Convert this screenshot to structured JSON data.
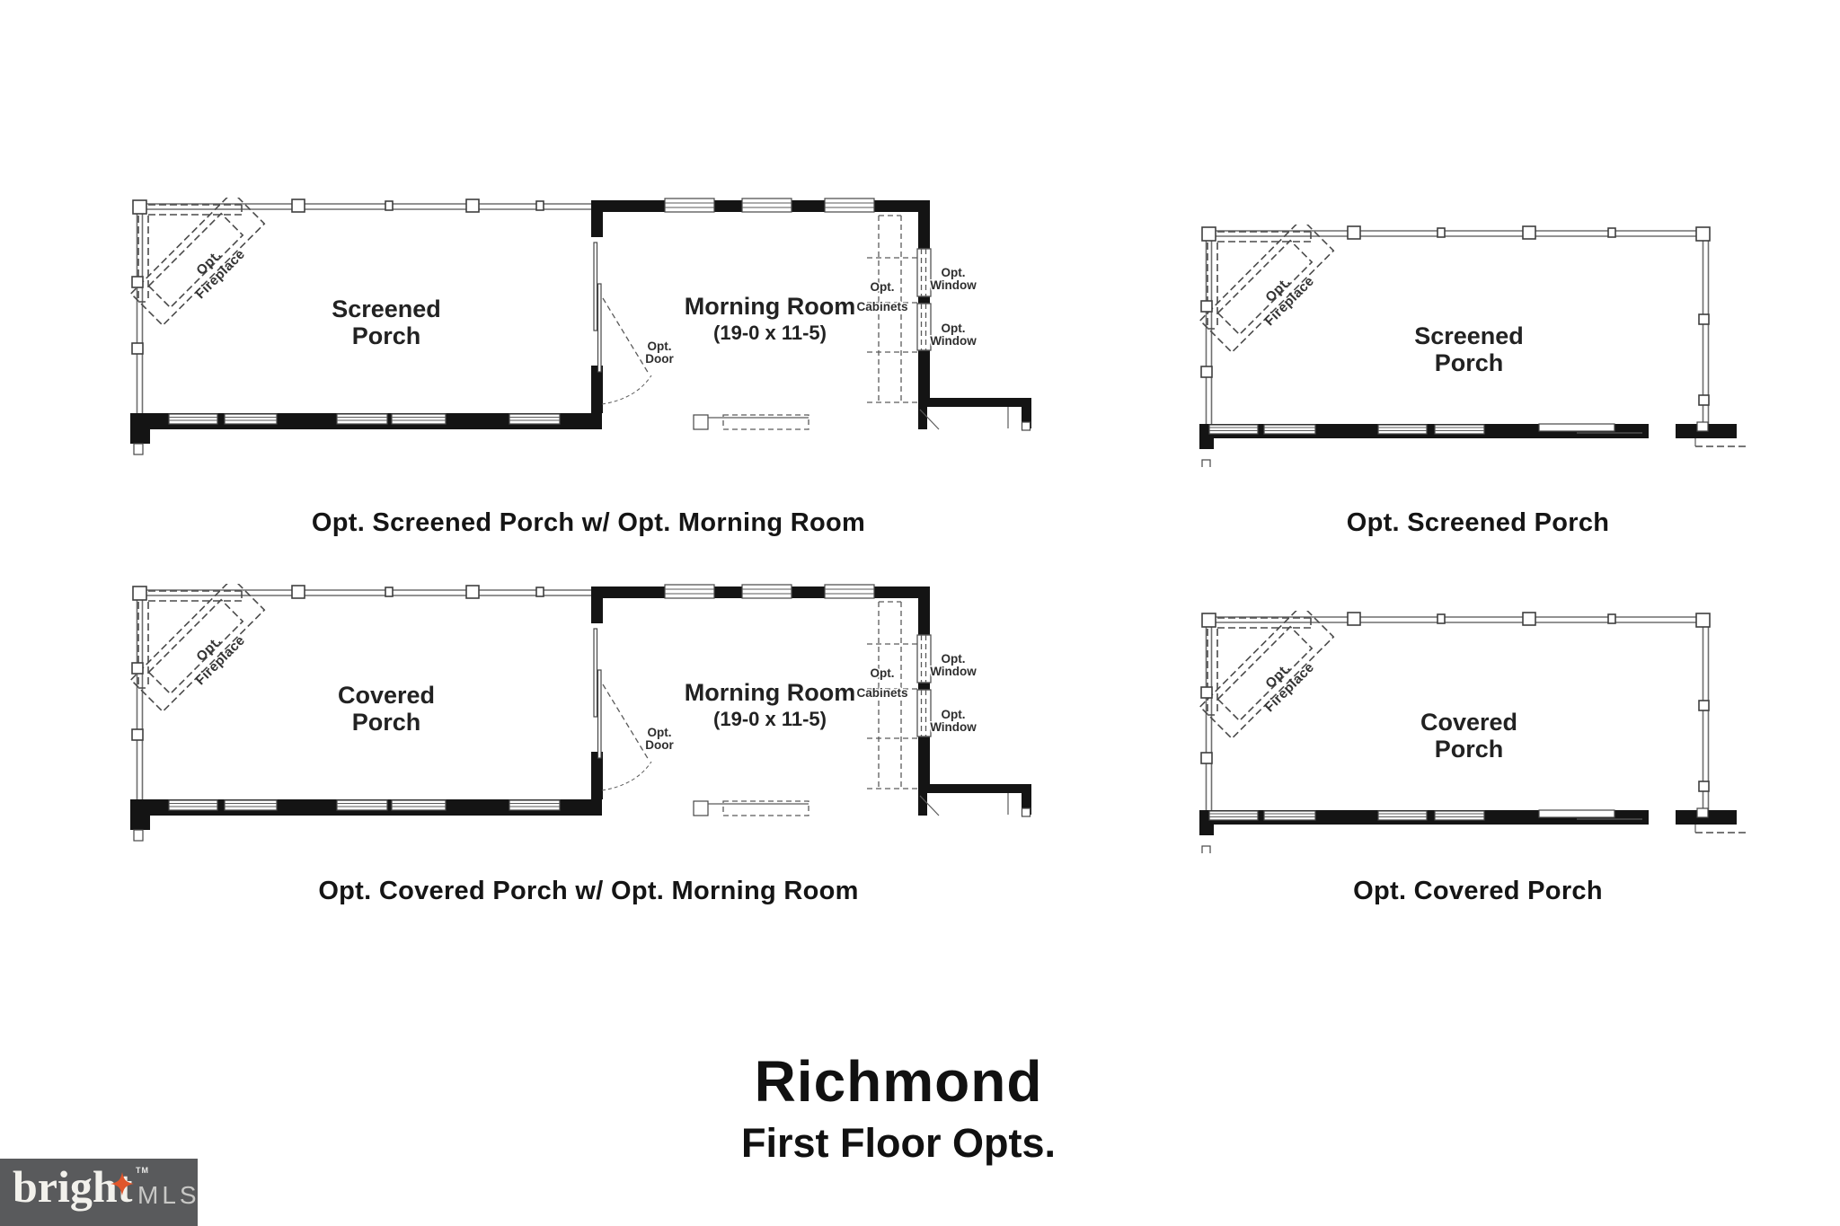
{
  "title": {
    "name": "Richmond",
    "subtitle": "First Floor Opts."
  },
  "labels": {
    "opt": "Opt.",
    "fireplace": "Fireplace",
    "door": "Door",
    "cabinets": "Cabinets",
    "window": "Window",
    "morning_room": "Morning Room",
    "morning_dims": "(19-0 x 11-5)"
  },
  "plans": {
    "screened_morning": {
      "porch_line1": "Screened",
      "porch_line2": "Porch",
      "caption": "Opt. Screened Porch w/ Opt. Morning Room"
    },
    "screened": {
      "porch_line1": "Screened",
      "porch_line2": "Porch",
      "caption": "Opt. Screened Porch"
    },
    "covered_morning": {
      "porch_line1": "Covered",
      "porch_line2": "Porch",
      "caption": "Opt. Covered Porch w/ Opt. Morning Room"
    },
    "covered": {
      "porch_line1": "Covered",
      "porch_line2": "Porch",
      "caption": "Opt. Covered Porch"
    }
  },
  "logo": {
    "brand": "bright",
    "tm": "TM",
    "suffix": "MLS"
  },
  "colors": {
    "wall": "#141414",
    "line": "#6e6e6e",
    "text": "#222222",
    "logo_bar": "#595a5c",
    "logo_star": "#e0562b",
    "logo_brand": "#f2f1ec",
    "logo_suffix": "#c7c7c5"
  }
}
